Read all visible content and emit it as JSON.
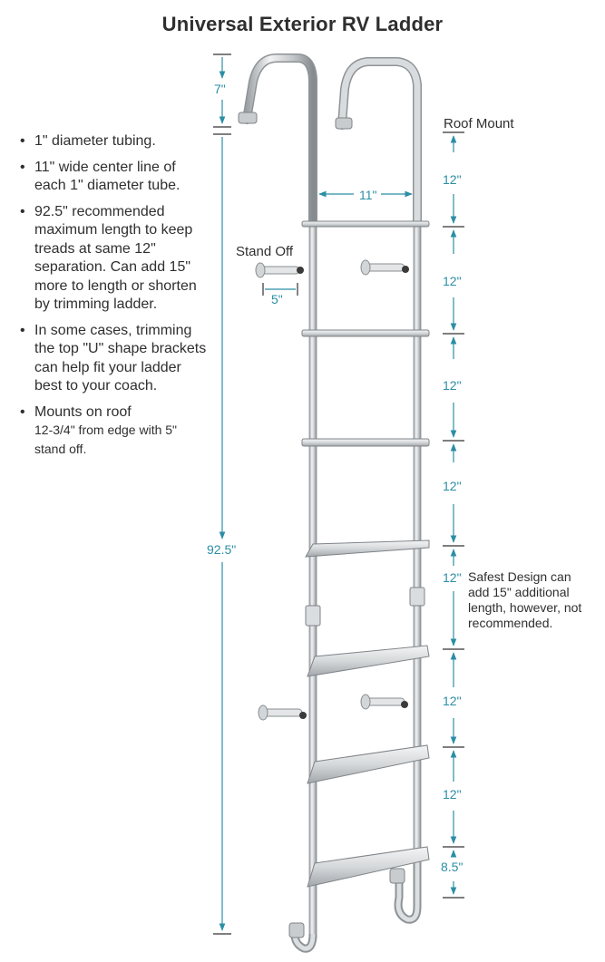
{
  "title": "Universal Exterior RV Ladder",
  "bullets": [
    "1\" diameter tubing.",
    "11\" wide center line of each 1\" diameter tube.",
    "92.5\" recommended maximum length to keep treads at same 12\" separation. Can add 15\" more to length or shorten by trimming ladder.",
    "In some cases, trimming the top \"U\" shape brackets can help fit your ladder best to your coach."
  ],
  "last_bullet": {
    "line1": "Mounts on roof",
    "line2": "12-3/4\" from edge with 5\" stand off."
  },
  "labels": {
    "roof_mount": "Roof Mount",
    "stand_off": "Stand Off",
    "safest_design_note": "Safest Design can add 15\" additional length, however, not recommended."
  },
  "dimensions": {
    "top_bracket": "7\"",
    "overall_length": "92.5\"",
    "width": "11\"",
    "stand_off": "5\"",
    "tread_spacing": [
      "12\"",
      "12\"",
      "12\"",
      "12\"",
      "12\"",
      "12\"",
      "12\""
    ],
    "bottom": "8.5\""
  },
  "colors": {
    "dimension": "#2b8ea5",
    "text": "#2f2f2f",
    "aluminum": "#c9cccf",
    "aluminum_dark": "#8e9396"
  }
}
